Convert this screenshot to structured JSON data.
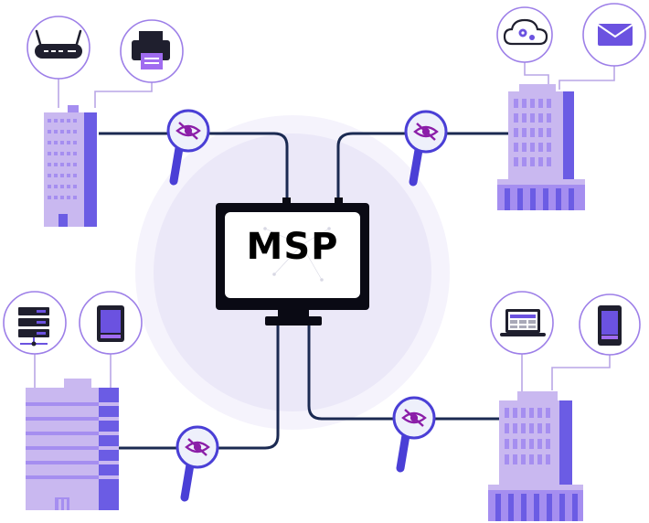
{
  "center": {
    "label": "MSP",
    "monitor_color": "#0a0a14",
    "screen_color": "#ffffff",
    "halo_outer": "#f5f3fc",
    "halo_inner": "#ebe8f8"
  },
  "colors": {
    "connector": "#1b2a52",
    "thin_line": "#b9a6e6",
    "icon_ring": "#9d7fe8",
    "magnifier": "#4a3fd6",
    "lens_fill": "#eef0fb",
    "eye": "#8b1ea8",
    "building_light": "#c9b8f0",
    "building_mid": "#a58ef0",
    "building_dark": "#6b5ce4",
    "device_purple": "#6b52e0",
    "device_dark": "#1f1f2e"
  },
  "nodes": [
    {
      "id": "top-left",
      "devices": [
        "router-icon",
        "printer-icon"
      ]
    },
    {
      "id": "top-right",
      "devices": [
        "cloud-settings-icon",
        "mail-icon"
      ]
    },
    {
      "id": "bottom-left",
      "devices": [
        "server-icon",
        "tablet-icon"
      ]
    },
    {
      "id": "bottom-right",
      "devices": [
        "laptop-icon",
        "smartphone-icon"
      ]
    }
  ]
}
